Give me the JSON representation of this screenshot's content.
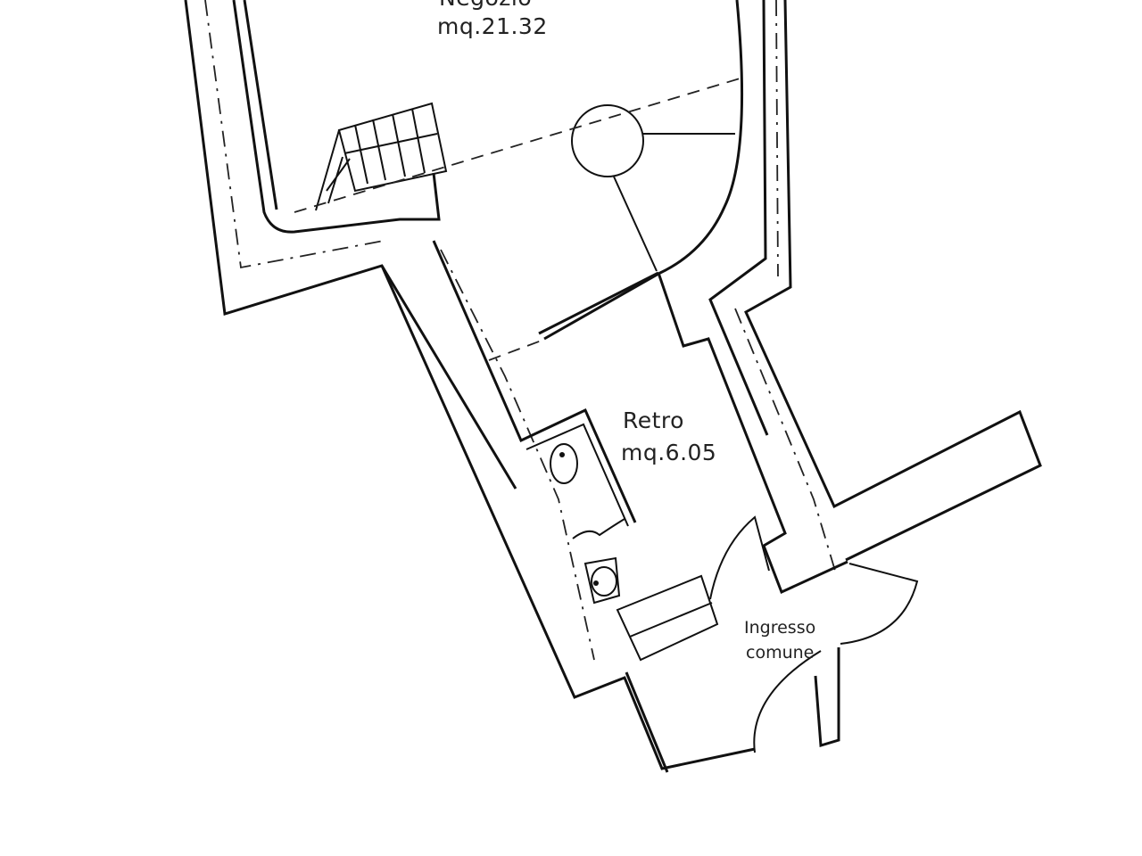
{
  "rooms": {
    "negozio": {
      "name": "Negozio",
      "area": "mq.21.32"
    },
    "retro": {
      "name": "Retro",
      "area": "mq.6.05"
    },
    "ingresso": {
      "line1": "Ingresso",
      "line2": "comune"
    }
  },
  "colors": {
    "line": "#111111",
    "background": "#ffffff"
  }
}
